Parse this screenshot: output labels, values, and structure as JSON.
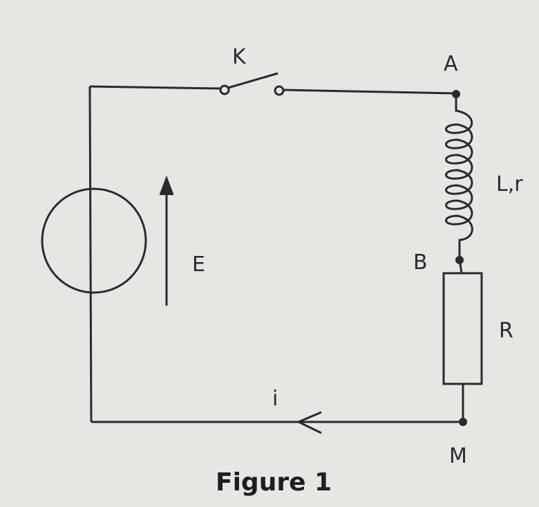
{
  "labels": {
    "switch": "K",
    "node_a": "A",
    "node_b": "B",
    "node_m": "M",
    "inductor": "L,r",
    "resistor": "R",
    "emf": "E",
    "current": "i"
  },
  "caption": "Figure 1",
  "colors": {
    "line": "#2a2a2a",
    "background": "#e6e6e3"
  }
}
